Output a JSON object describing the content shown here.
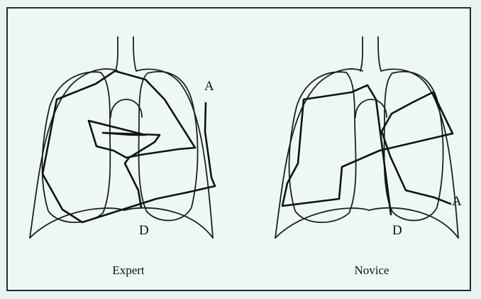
{
  "panels": [
    {
      "caption": "Expert",
      "start_label": "A",
      "end_label": "D"
    },
    {
      "caption": "Novice",
      "start_label": "A",
      "end_label": "D"
    }
  ]
}
